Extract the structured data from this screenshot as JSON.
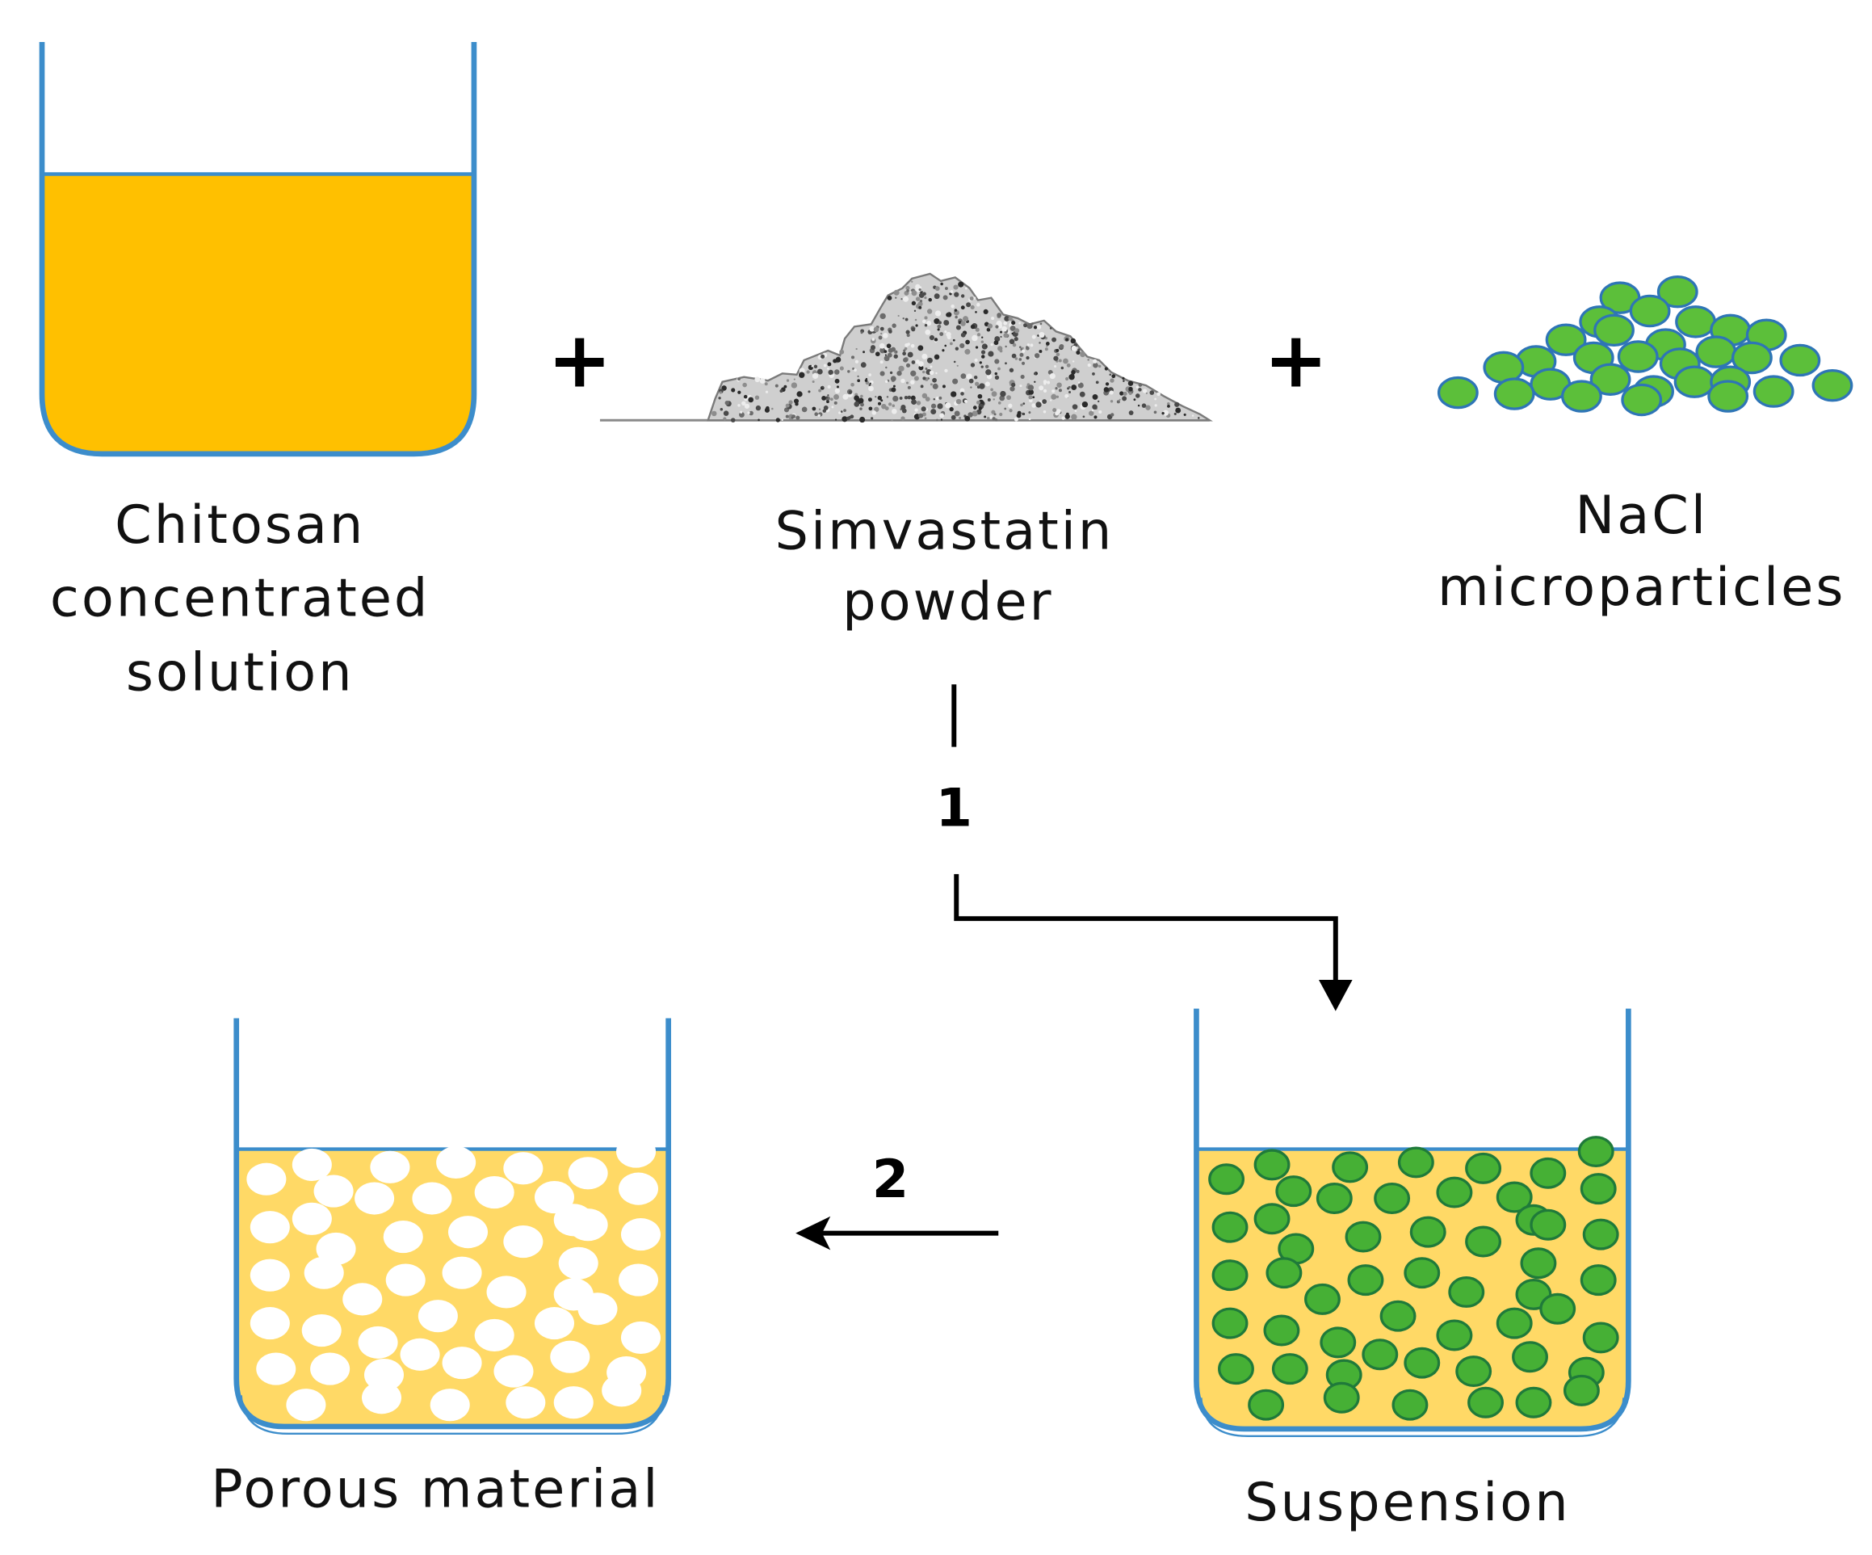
{
  "labels": {
    "chitosan": [
      "Chitosan",
      "concentrated",
      "solution"
    ],
    "simvastatin": [
      "Simvastatin",
      "powder"
    ],
    "nacl": [
      "NaCl",
      "microparticles"
    ],
    "porous": "Porous material",
    "suspension": "Suspension"
  },
  "operators": [
    "+",
    "+"
  ],
  "steps": [
    "1",
    "2"
  ],
  "colors": {
    "beaker_outline": "#3C8DCB",
    "chitosan_solution": "#FFC000",
    "mixture_liquid": "#FFD966",
    "nacl_particle_fill": "#5CBF3A",
    "nacl_particle_outline": "#2E75B6",
    "suspension_particle_fill": "#46B035",
    "suspension_particle_outline": "#1F7A3A",
    "powder_base": "#CFCFCF",
    "powder_outline": "#7A7A7A",
    "pore": "#FFFFFF",
    "arrow": "#000000"
  }
}
